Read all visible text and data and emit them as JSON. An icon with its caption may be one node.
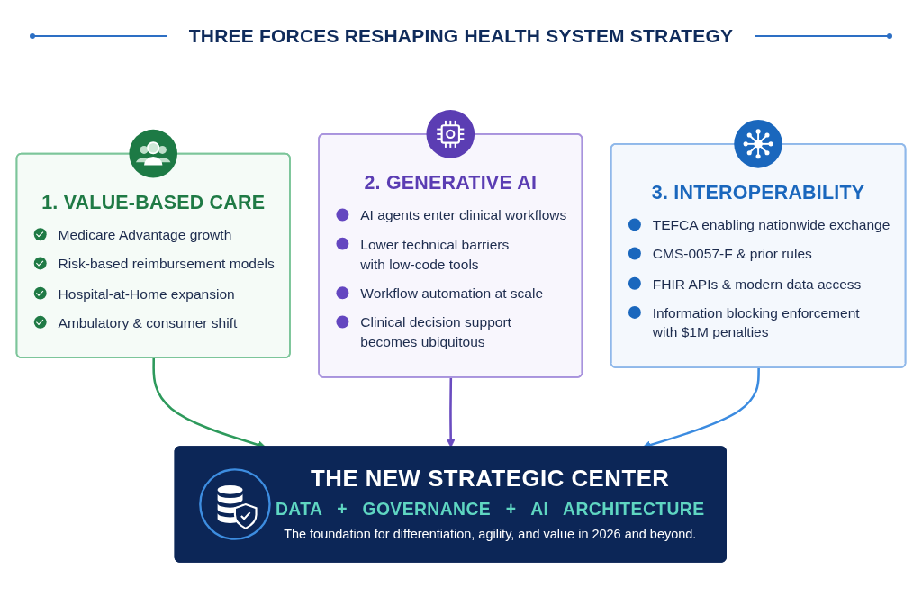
{
  "diagram": {
    "title": "THREE FORCES RESHAPING HEALTH SYSTEM STRATEGY",
    "nodes": [
      {
        "text": [
          "1. VALUE-BASED CARE",
          "Medicare Advantage growth",
          "Risk-based reimbursement models",
          "Hospital-at-Home expansion",
          "Ambulatory & consumer shift"
        ]
      },
      {
        "text": [
          "2. GENERATIVE AI",
          "AI agents enter clinical workflows",
          "Lower technical barriers with low-code tools",
          "Workflow automation at scale",
          "Clinical decision support becomes ubiquitous"
        ]
      },
      {
        "text": [
          "3. INTEROPERABILITY",
          "TEFCA enabling nationwide exchange",
          "CMS-0057-F & prior rules",
          "FHIR APIs & modern data access",
          "Information blocking enforcement with $1M penalties"
        ]
      },
      {
        "text": [
          "THE NEW STRATEGIC CENTER",
          "DATA + GOVERNANCE + AI ARCHITECTURE",
          "The foundation for differentiation, agility, and value in 2026 and beyond."
        ]
      }
    ],
    "edges": [
      {
        "from": 0,
        "to": 3,
        "arrow": "to",
        "color": "#2e9a5c"
      },
      {
        "from": 1,
        "to": 3,
        "arrow": "to",
        "color": "#6a4cc0"
      },
      {
        "from": 2,
        "to": 3,
        "arrow": "to",
        "color": "#3b8be0"
      }
    ]
  }
}
